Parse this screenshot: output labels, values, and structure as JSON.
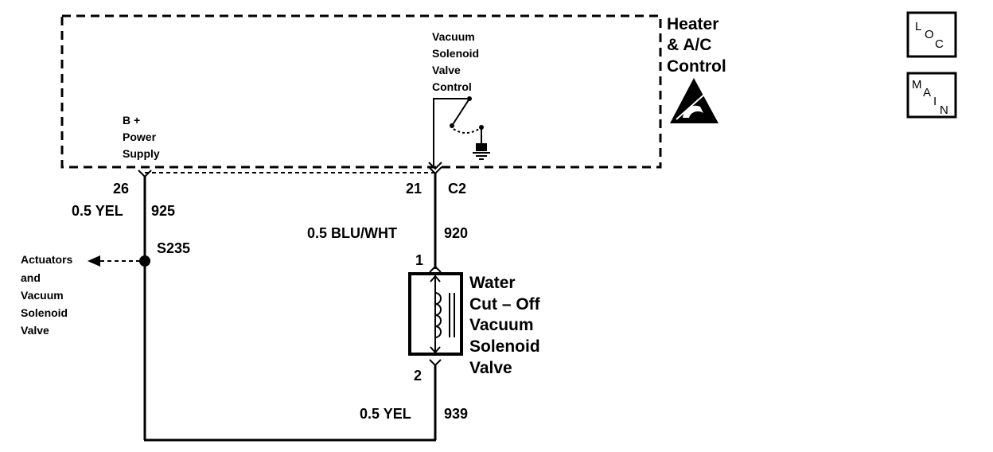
{
  "module": {
    "name_lines": [
      "Heater",
      "& A/C",
      "Control"
    ],
    "supply_lines": [
      "B +",
      "Power",
      "Supply"
    ],
    "control_lines": [
      "Vacuum",
      "Solenoid",
      "Valve",
      "Control"
    ]
  },
  "wire_left": {
    "pin": "26",
    "gauge_color": "0.5 YEL",
    "circuit": "925",
    "splice": "S235",
    "branch_lines": [
      "Actuators",
      "and",
      "Vacuum",
      "Solenoid",
      "Valve"
    ]
  },
  "wire_right": {
    "pin": "21",
    "connector": "C2",
    "gauge_color": "0.5 BLU/WHT",
    "circuit": "920"
  },
  "valve": {
    "pin_top": "1",
    "pin_bottom": "2",
    "name_lines": [
      "Water",
      "Cut – Off",
      "Vacuum",
      "Solenoid",
      "Valve"
    ]
  },
  "wire_return": {
    "gauge_color": "0.5 YEL",
    "circuit": "939"
  },
  "nav": {
    "loc": [
      "L",
      "O",
      "C"
    ],
    "main": [
      "M",
      "A",
      "I",
      "N"
    ]
  }
}
